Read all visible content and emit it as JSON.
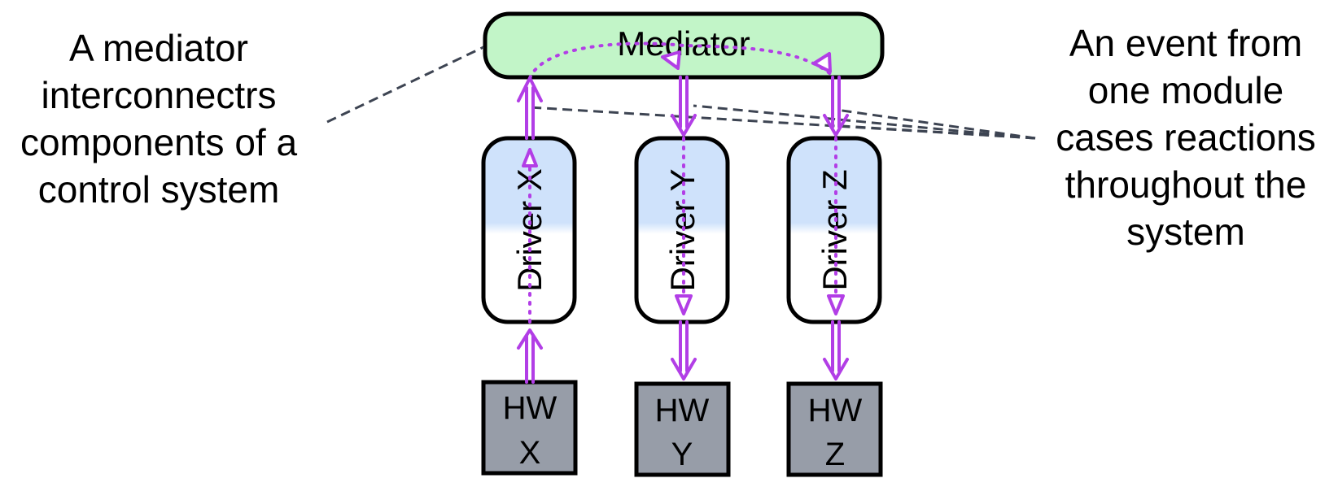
{
  "mediator": {
    "label": "Mediator",
    "fill": "#c2f5c8"
  },
  "drivers": [
    {
      "id": "x",
      "label": "Driver X"
    },
    {
      "id": "y",
      "label": "Driver Y"
    },
    {
      "id": "z",
      "label": "Driver Z"
    }
  ],
  "driver_gradient_top": "#cfe2fb",
  "hardware": [
    {
      "id": "x",
      "line1": "HW",
      "line2": "X"
    },
    {
      "id": "y",
      "line1": "HW",
      "line2": "Y"
    },
    {
      "id": "z",
      "line1": "HW",
      "line2": "Z"
    }
  ],
  "hardware_fill": "#979da8",
  "arrow_color": "#b23ee6",
  "leader_color": "#3d4452",
  "captions": {
    "left": [
      "A mediator",
      "interconnectrs",
      "components of a",
      "control system"
    ],
    "right": [
      "An event from",
      "one module",
      "cases reactions",
      "throughout the",
      "system"
    ]
  }
}
